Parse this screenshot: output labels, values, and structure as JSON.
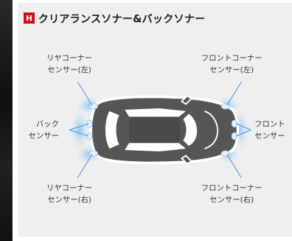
{
  "header": {
    "badge": "H",
    "title": "クリアランスソナー&バックソナー"
  },
  "sensors": {
    "rear_corner_left": {
      "line1": "リヤコーナー",
      "line2": "センサー(左)"
    },
    "front_corner_left": {
      "line1": "フロントコーナー",
      "line2": "センサー(左)"
    },
    "back": {
      "line1": "バック",
      "line2": "センサー"
    },
    "front": {
      "line1": "フロント",
      "line2": "センサー"
    },
    "rear_corner_right": {
      "line1": "リヤコーナー",
      "line2": "センサー(右)"
    },
    "front_corner_right": {
      "line1": "フロントコーナー",
      "line2": "センサー(右)"
    }
  },
  "colors": {
    "badge": "#c80f1a",
    "car_body": "#555555",
    "sensor_zone": "#b9d7f2",
    "leader_line": "#3a8fd6"
  }
}
